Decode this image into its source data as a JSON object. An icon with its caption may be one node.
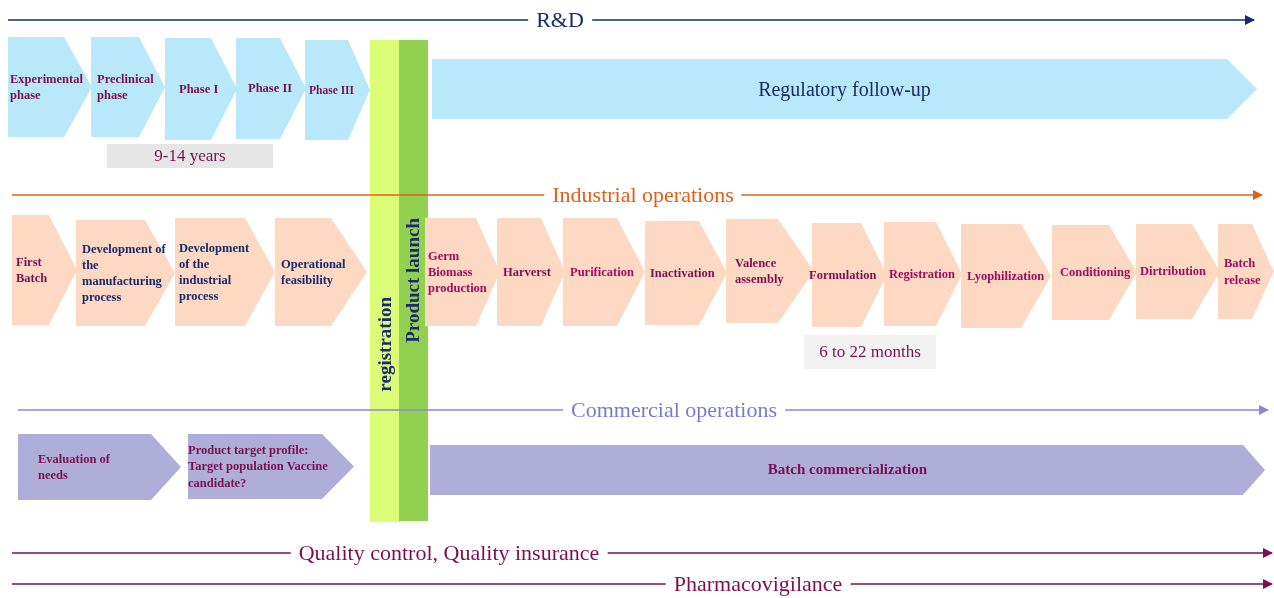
{
  "diagram": {
    "nodes": [
      {
        "text": [
          "Experimental phase"
        ]
      },
      {
        "text": [
          "Preclinical phase"
        ]
      },
      {
        "text": [
          "Phase I"
        ]
      },
      {
        "text": [
          "Phase II"
        ]
      },
      {
        "text": [
          "Phase III"
        ]
      },
      {
        "text": [
          "registration"
        ]
      },
      {
        "text": [
          "Product launch"
        ]
      },
      {
        "text": [
          "Regulatory follow-up"
        ]
      },
      {
        "text": [
          "First Batch"
        ]
      },
      {
        "text": [
          "Development of the manufacturing process"
        ]
      },
      {
        "text": [
          "Development of the industrial process"
        ]
      },
      {
        "text": [
          "Operational feasibility"
        ]
      },
      {
        "text": [
          "Germ Biomass production"
        ]
      },
      {
        "text": [
          "Harverst"
        ]
      },
      {
        "text": [
          "Purification"
        ]
      },
      {
        "text": [
          "Inactivation"
        ]
      },
      {
        "text": [
          "Valence assembly"
        ]
      },
      {
        "text": [
          "Formulation"
        ]
      },
      {
        "text": [
          "Registration"
        ]
      },
      {
        "text": [
          "Lyophilization"
        ]
      },
      {
        "text": [
          "Conditioning"
        ]
      },
      {
        "text": [
          "Dirtribution"
        ]
      },
      {
        "text": [
          "Batch release"
        ]
      },
      {
        "text": [
          "Evaluation of needs"
        ]
      },
      {
        "text": [
          "Product target profile: Target population Vaccine candidate?"
        ]
      },
      {
        "text": [
          "Batch commercialization"
        ]
      },
      {
        "text": [
          "9-14 years"
        ]
      },
      {
        "text": [
          "6 to 22 months"
        ]
      }
    ],
    "edges": [],
    "labels": [
      "R&D",
      "Industrial operations",
      "Commercial operations",
      "Quality control, Quality insurance",
      "Pharmacovigilance"
    ]
  }
}
